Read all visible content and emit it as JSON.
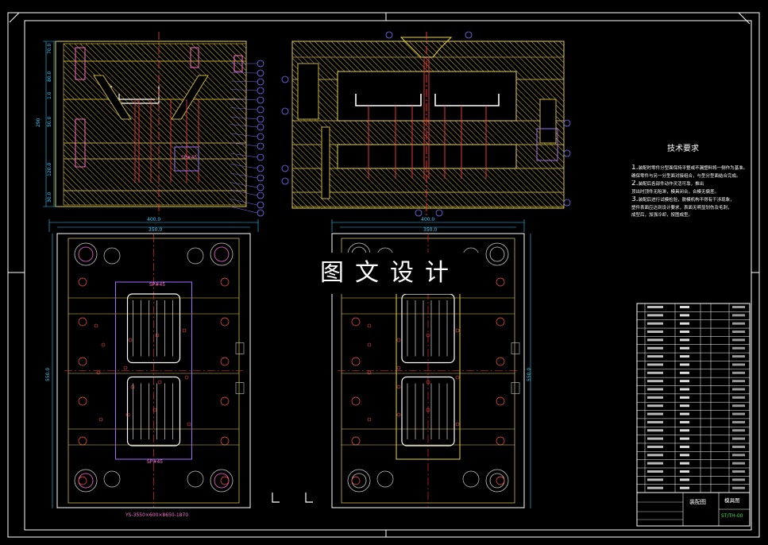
{
  "drawing": {
    "title": "",
    "colors": {
      "background": "#000000",
      "frame": "#ffffff",
      "outline": "#e8d24a",
      "hatch": "#c8b43c",
      "center_line": "#ff3030",
      "dimension": "#30d0ff",
      "balloon": "#7a6cff",
      "cavity": "#ffffff",
      "ejector": "#ff5050",
      "screw": "#ff6ad5",
      "guide": "#4aa8ff"
    }
  },
  "watermark": "图文设计",
  "technical_requirements": {
    "heading": "技术要求",
    "lines": [
      "1.装配时零件分型面保持平整或不漏塑料将一侧作为基准。",
      "确保零件与另一分型面对接组合，与型分型面结合完成。",
      "2.装配后各部件动作灵活可靠，推出",
      "顶出时顶件无阻滞，模具闭合，合模无偏差。",
      "3.装配后进行试模检验，脱模机构不得有干涉现象，",
      "塑件表面应达到设计要求，表面无明显划伤及毛刺，",
      "成型后，加强冷却，按图成型。"
    ]
  },
  "dimensions": {
    "top_view_left_width": "400.0",
    "top_view_left_inner": "350.0",
    "top_view_right_width": "400.0",
    "top_view_right_inner": "350.0",
    "left_height": "550.0",
    "right_height": "550.0",
    "section_left_total": "290",
    "section_left_segments": [
      "70.0",
      "80.0",
      "1.0",
      "50.0",
      "120.0",
      "30.0"
    ]
  },
  "annotations": {
    "spec_left_a": "SP#45",
    "spec_left_b": "SP#45",
    "spec_section": "SP#45",
    "bottom_note": "YS-3550×600×8650-1870"
  },
  "title_block": {
    "drawing_name": "装配图",
    "number_label": "模具图",
    "number_value": "ST/TH-00"
  }
}
